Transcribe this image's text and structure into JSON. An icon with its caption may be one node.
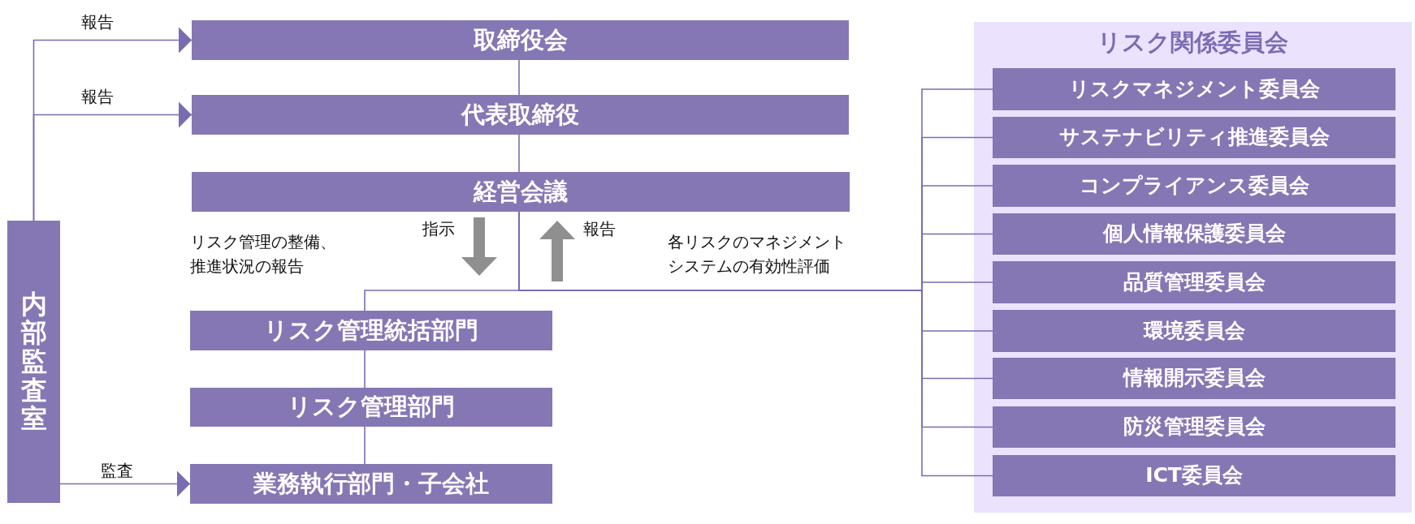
{
  "diagram": {
    "nodes": [
      {
        "text": [
          "取締役会"
        ]
      },
      {
        "text": [
          "代表取締役"
        ]
      },
      {
        "text": [
          "経営会議"
        ]
      },
      {
        "text": [
          "内部監査室"
        ]
      },
      {
        "text": [
          "リスク管理統括部門"
        ]
      },
      {
        "text": [
          "リスク管理部門"
        ]
      },
      {
        "text": [
          "業務執行部門・子会社"
        ]
      },
      {
        "text": [
          "リスク関係委員会"
        ]
      },
      {
        "text": [
          "リスクマネジメント委員会"
        ],
        "in": 7
      },
      {
        "text": [
          "サステナビリティ推進委員会"
        ],
        "in": 7
      },
      {
        "text": [
          "コンプライアンス委員会"
        ],
        "in": 7
      },
      {
        "text": [
          "個人情報保護委員会"
        ],
        "in": 7
      },
      {
        "text": [
          "品質管理委員会"
        ],
        "in": 7
      },
      {
        "text": [
          "環境委員会"
        ],
        "in": 7
      },
      {
        "text": [
          "情報開示委員会"
        ],
        "in": 7
      },
      {
        "text": [
          "防災管理委員会"
        ],
        "in": 7
      },
      {
        "text": [
          "ICT委員会"
        ],
        "in": 7
      }
    ],
    "edges": [
      {
        "from": 3,
        "to": 0,
        "arrow": "to",
        "label": "報告"
      },
      {
        "from": 3,
        "to": 1,
        "arrow": "to",
        "label": "報告"
      },
      {
        "from": 3,
        "to": 6,
        "arrow": "to",
        "label": "監査"
      },
      {
        "from": 0,
        "to": 1,
        "arrow": "none"
      },
      {
        "from": 1,
        "to": 2,
        "arrow": "none"
      },
      {
        "from": 2,
        "to": 4,
        "arrow": "none"
      },
      {
        "from": 4,
        "to": 5,
        "arrow": "none"
      },
      {
        "from": 5,
        "to": 6,
        "arrow": "none"
      },
      {
        "from": 2,
        "to": 8,
        "arrow": "none"
      },
      {
        "from": 2,
        "to": 9,
        "arrow": "none"
      },
      {
        "from": 2,
        "to": 10,
        "arrow": "none"
      },
      {
        "from": 2,
        "to": 11,
        "arrow": "none"
      },
      {
        "from": 2,
        "to": 12,
        "arrow": "none"
      },
      {
        "from": 2,
        "to": 13,
        "arrow": "none"
      },
      {
        "from": 2,
        "to": 14,
        "arrow": "none"
      },
      {
        "from": 2,
        "to": 15,
        "arrow": "none"
      },
      {
        "from": 2,
        "to": 16,
        "arrow": "none"
      },
      {
        "from": 2,
        "to": 4,
        "arrow": "to",
        "label": "指示",
        "style": "thick",
        "color": "#8f8f8f"
      },
      {
        "from": 4,
        "to": 2,
        "arrow": "to",
        "label": "報告",
        "style": "thick",
        "color": "#8f8f8f"
      }
    ],
    "labels": [
      "リスク管理の整備、推進状況の報告",
      "各リスクのマネジメントシステムの有効性評価"
    ]
  }
}
